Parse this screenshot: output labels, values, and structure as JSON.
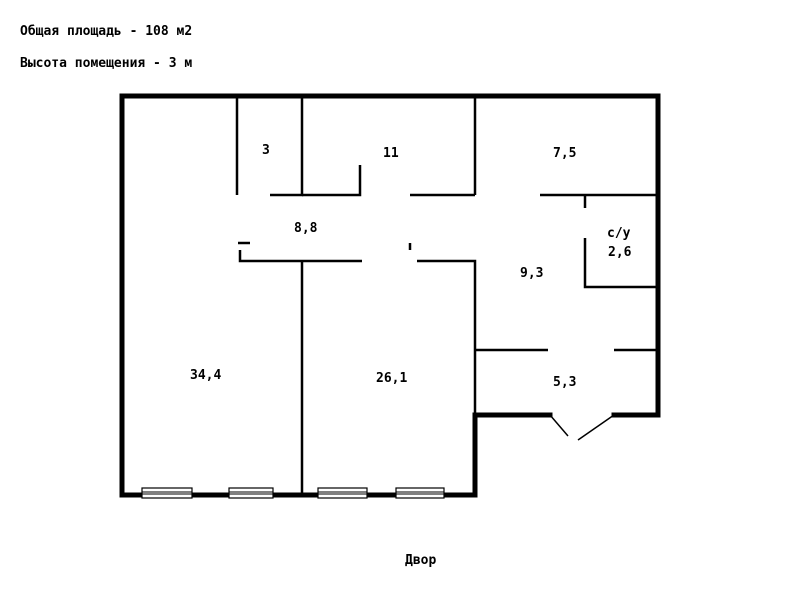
{
  "header": {
    "total_area": "Общая площадь - 108 м2",
    "ceiling_height": "Высота помещения - 3 м"
  },
  "rooms": {
    "closet": "3",
    "room_11": "11",
    "kitchen": "7,5",
    "bathroom_name": "с/у",
    "bathroom_area": "2,6",
    "corridor": "8,8",
    "hall": "9,3",
    "living_large": "34,4",
    "living_medium": "26,1",
    "entrance": "5,3"
  },
  "footer": {
    "yard": "Двор"
  },
  "colors": {
    "wall": "#000000",
    "window": "#000000",
    "background": "#ffffff"
  }
}
